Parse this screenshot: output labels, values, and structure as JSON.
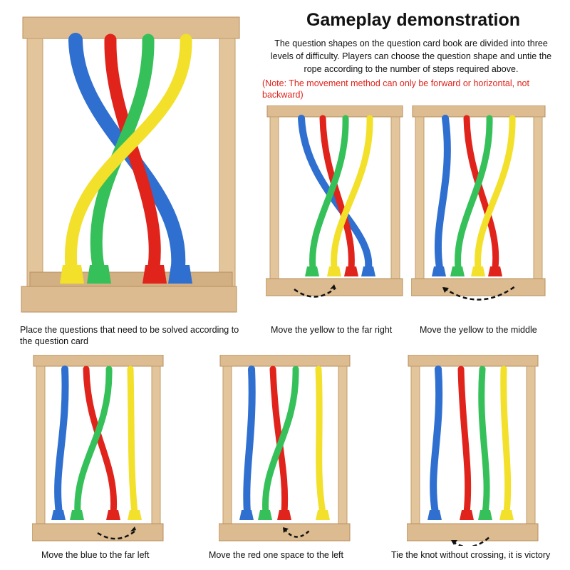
{
  "header": {
    "title": "Gameplay demonstration",
    "intro": " The question shapes on the question card book are divided into three levels of difficulty. Players can choose the question shape and untie the rope according to the number of steps required above.",
    "note": "(Note: The movement method can only be forward or horizontal, not backward)"
  },
  "colors": {
    "blue": "#2f6fd0",
    "red": "#e0231b",
    "green": "#35c05a",
    "yellow": "#f2e02a",
    "wood": "#d9b98e",
    "wood_dark": "#b88f5e",
    "note": "#e0231b"
  },
  "steps": [
    {
      "caption": "Place the questions that need to be solved according to the question card"
    },
    {
      "caption": "Move the yellow to the far right"
    },
    {
      "caption": "Move the yellow to the middle"
    },
    {
      "caption": "Move the blue to the far left"
    },
    {
      "caption": "Move the red one space to the left"
    },
    {
      "caption": "Tie the knot without crossing, it is victory"
    }
  ]
}
